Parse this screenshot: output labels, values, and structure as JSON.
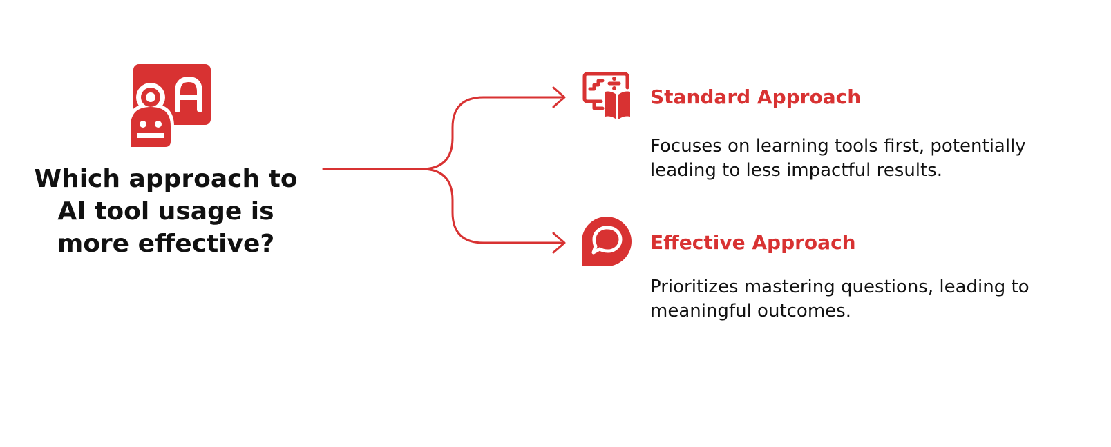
{
  "colors": {
    "accent": "#d83232",
    "text": "#111111",
    "background": "#ffffff"
  },
  "root": {
    "icon": "ai-assistant-icon",
    "question": "Which approach to AI tool usage is more effective?"
  },
  "branches": [
    {
      "icon": "learning-tools-icon",
      "title": "Standard Approach",
      "description": "Focuses on learning tools first, potentially leading to less impactful results."
    },
    {
      "icon": "chat-question-icon",
      "title": "Effective Approach",
      "description": "Prioritizes mastering questions, leading to meaningful outcomes."
    }
  ]
}
